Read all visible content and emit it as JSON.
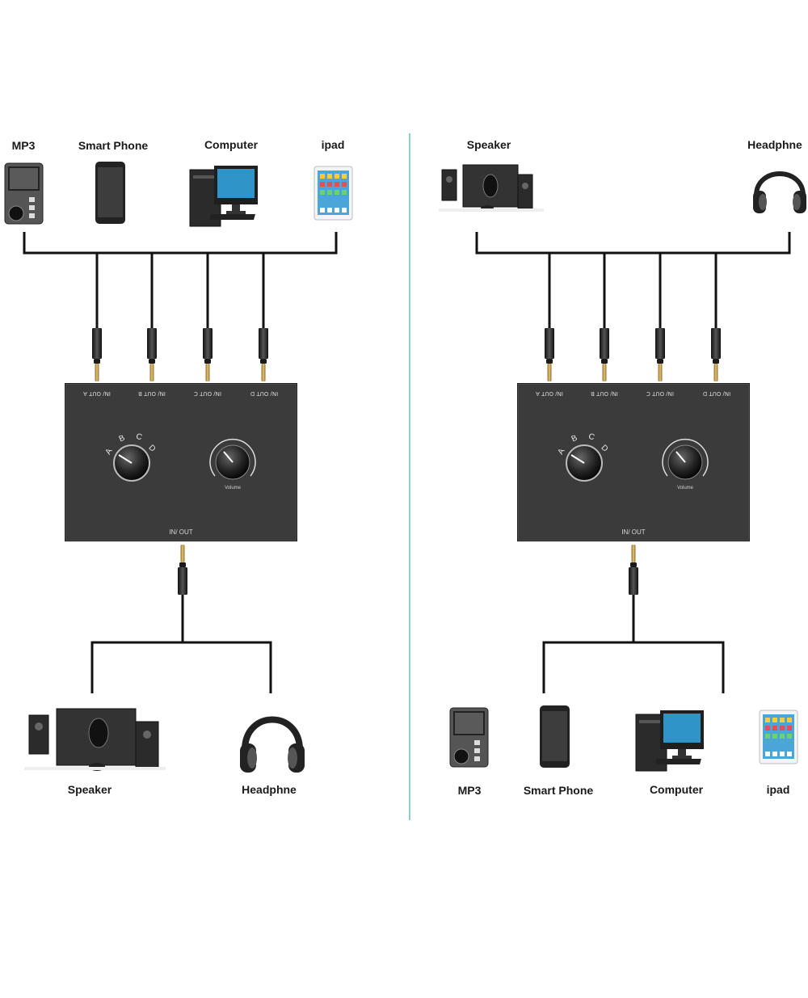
{
  "left_panel": {
    "top_devices": [
      "MP3",
      "Smart Phone",
      "Computer",
      "ipad"
    ],
    "switch": {
      "ports": [
        "IN/ OUT A",
        "IN/ OUT B",
        "IN/ OUT C",
        "IN/ OUT D"
      ],
      "selector_letters": [
        "A",
        "B",
        "C",
        "D"
      ],
      "volume_label": "Volume",
      "main_port": "IN/ OUT"
    },
    "bottom_devices": [
      "Speaker",
      "Headphne"
    ]
  },
  "right_panel": {
    "top_devices": [
      "Speaker",
      "Headphne"
    ],
    "switch": {
      "ports": [
        "IN/ OUT A",
        "IN/ OUT B",
        "IN/ OUT C",
        "IN/ OUT D"
      ],
      "selector_letters": [
        "A",
        "B",
        "C",
        "D"
      ],
      "volume_label": "Volume",
      "main_port": "IN/ OUT"
    },
    "bottom_devices": [
      "MP3",
      "Smart Phone",
      "Computer",
      "ipad"
    ]
  },
  "colors": {
    "divider": "#8ecfc9",
    "device_body": "#3b3b3b",
    "wire": "#111111"
  }
}
